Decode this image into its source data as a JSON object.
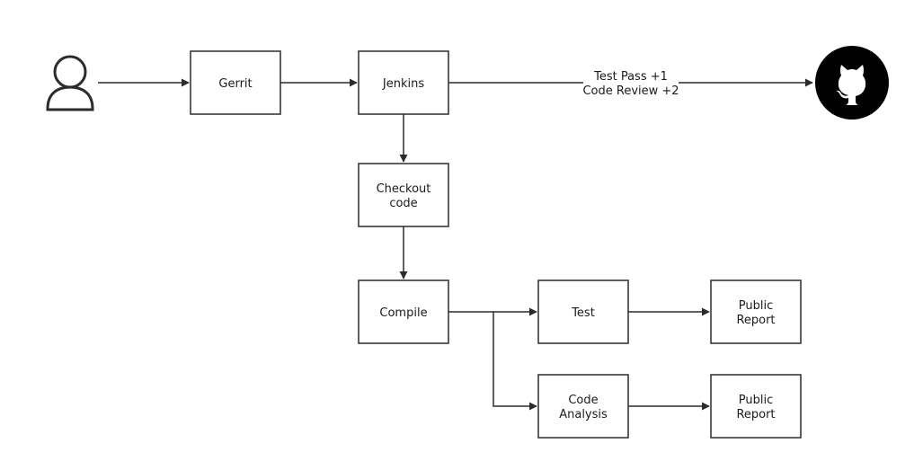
{
  "nodes": {
    "gerrit": "Gerrit",
    "jenkins": "Jenkins",
    "checkout": [
      "Checkout",
      "code"
    ],
    "compile": "Compile",
    "test": "Test",
    "code_analysis": [
      "Code",
      "Analysis"
    ],
    "report_test": [
      "Public",
      "Report"
    ],
    "report_analysis": [
      "Public",
      "Report"
    ]
  },
  "edge_labels": {
    "jenkins_to_github": [
      "Test Pass +1",
      "Code Review +2"
    ]
  },
  "icons": {
    "user": "user-icon",
    "github": "github-icon"
  },
  "colors": {
    "stroke": "#2b2b2b",
    "github_bg": "#000000"
  }
}
